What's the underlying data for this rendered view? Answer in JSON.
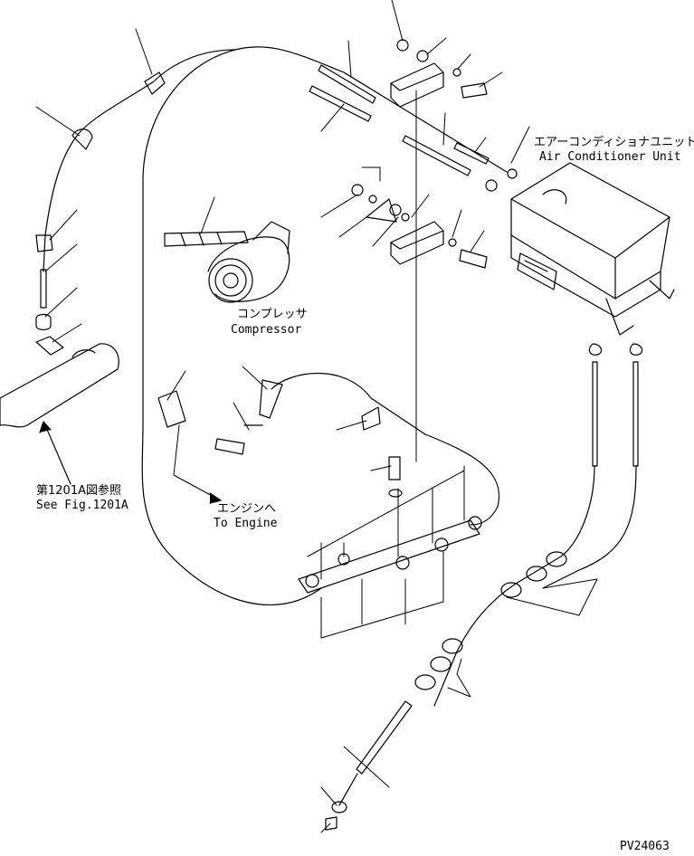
{
  "labels": {
    "ac_unit_jp": "エアーコンディショナユニット",
    "ac_unit_en": "Air Conditioner Unit",
    "compressor_jp": "コンプレッサ",
    "compressor_en": "Compressor",
    "see_fig_jp": "第1201A図参照",
    "see_fig_en": "See Fig.1201A",
    "to_engine_jp": "エンジンへ",
    "to_engine_en": "To Engine",
    "drawing_number": "PV24063"
  }
}
